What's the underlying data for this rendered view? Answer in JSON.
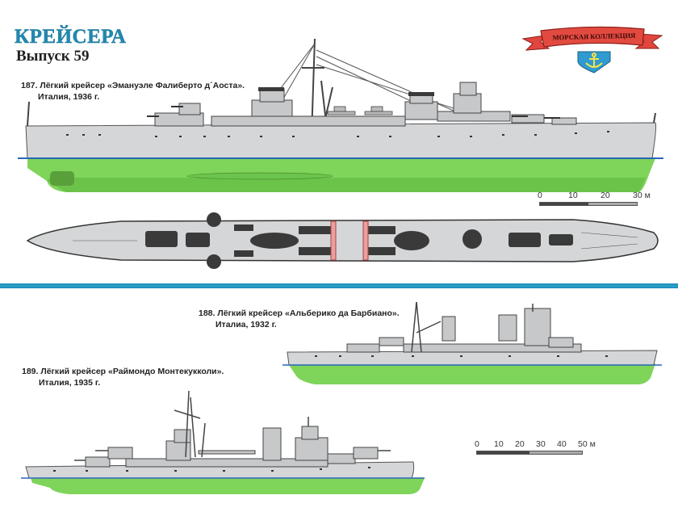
{
  "header": {
    "series_title": "КРЕЙСЕРА",
    "issue": "Выпуск 59"
  },
  "logo": {
    "banner_text": "МОРСКАЯ КОЛЛЕКЦИЯ",
    "emblem": "anchor-shield-icon",
    "colors": {
      "ribbon": "#e0463e",
      "shield": "#2f9bd0",
      "anchor": "#f2e24a"
    }
  },
  "ships": [
    {
      "number": "187.",
      "type": "Лёгкий крейсер",
      "name": "«Эмануэле Фалиберто д´Аоста».",
      "country_year": "Италия, 1936 г.",
      "views": [
        "side-profile",
        "plan-view"
      ]
    },
    {
      "number": "188.",
      "type": "Лёгкий крейсер",
      "name": "«Альберико да Барбиано».",
      "country_year": "Италиа, 1932 г.",
      "views": [
        "side-profile"
      ]
    },
    {
      "number": "189.",
      "type": "Лёгкий крейсер",
      "name": "«Раймондо Монтекукколи».",
      "country_year": "Италия, 1935 г.",
      "views": [
        "side-profile"
      ]
    }
  ],
  "captions": {
    "c187_line1": "187. Лёгкий крейсер «Эмануэле Фалиберто д´Аоста».",
    "c187_line2": "Италия, 1936 г.",
    "c188_line1": "188. Лёгкий крейсер «Альберико да Барбиано».",
    "c188_line2": "Италиа, 1932 г.",
    "c189_line1": "189. Лёгкий крейсер «Раймондо Монтекукколи».",
    "c189_line2": "Италия, 1935 г."
  },
  "scales": {
    "top": {
      "ticks": [
        "0",
        "10",
        "20",
        "30 м"
      ]
    },
    "bottom": {
      "ticks": [
        "0",
        "10",
        "20",
        "30",
        "40",
        "50 м"
      ]
    }
  },
  "colors": {
    "title_blue": "#1f8ab0",
    "divider_blue": "#2ba6cc",
    "hull_grey": "#d4d6d8",
    "hull_green": "#7fd45a",
    "waterline": "#2a66b8"
  }
}
